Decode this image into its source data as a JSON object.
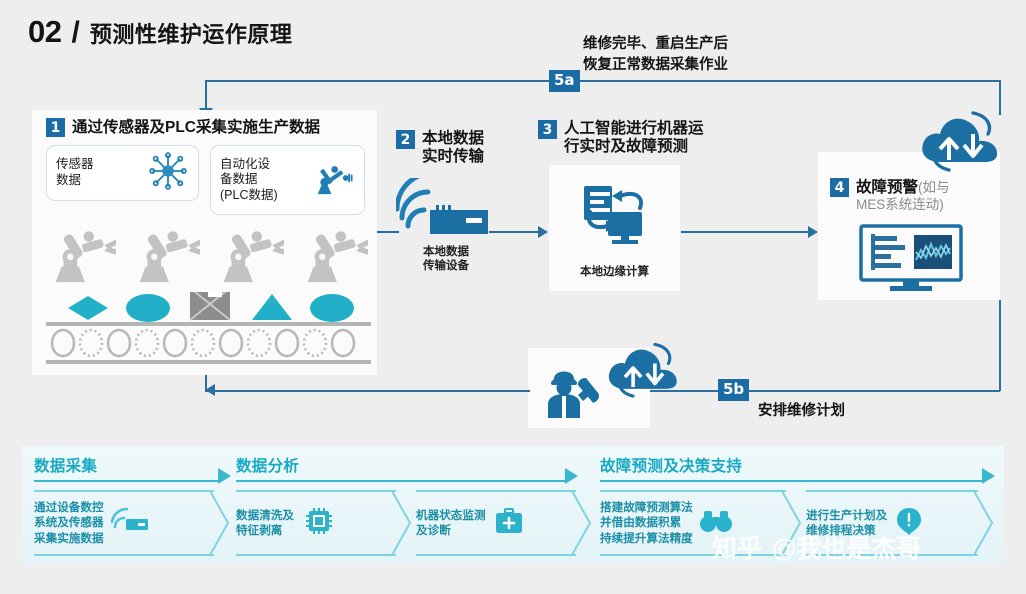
{
  "header": {
    "number": "02",
    "slash": "/",
    "title": "预测性维护运作原理"
  },
  "steps": {
    "s1": {
      "num": "1",
      "title": "通过传感器及PLC采集实施生产数据",
      "box_a": {
        "text": "传感器\n数据",
        "icon": "sensor-hub-icon"
      },
      "box_b": {
        "text": "自动化设\n备数据\n(PLC数据)",
        "icon": "robot-arm-icon"
      }
    },
    "s2": {
      "num": "2",
      "title": "本地数据\n实时传输",
      "caption": "本地数据\n传输设备",
      "icon": "wifi-router-icon"
    },
    "s3": {
      "num": "3",
      "title": "人工智能进行机器运\n行实时及故障预测",
      "caption": "本地边缘计算",
      "icon": "edge-computing-icon"
    },
    "s4": {
      "num": "4",
      "title_strong": "故障预警",
      "title_rest": "(如与",
      "title_line2": "MES系统连动)",
      "icon": "dashboard-monitor-icon",
      "cloud_icon": "cloud-sync-icon"
    },
    "s5a": {
      "tag": "5a",
      "text_line1": "维修完毕、重启生产后",
      "text_line2": "恢复正常数据采集作业"
    },
    "s5b": {
      "tag": "5b",
      "text": "安排维修计划",
      "icon": "worker-wrench-icon",
      "cloud_icon": "cloud-sync-icon"
    }
  },
  "process_bar": {
    "phases": [
      {
        "title": "数据采集",
        "cells": [
          {
            "text": "通过设备数控\n系统及传感器\n采集实施数据",
            "icon": "wifi-sensor-icon"
          }
        ]
      },
      {
        "title": "数据分析",
        "cells": [
          {
            "text": "数据清洗及\n特征剥离",
            "icon": "cpu-chip-icon"
          },
          {
            "text": "机器状态监测\n及诊断",
            "icon": "medical-kit-icon"
          }
        ]
      },
      {
        "title": "故障预测及决策支持",
        "cells": [
          {
            "text": "搭建故障预测算法\n并借由数据积累\n持续提升算法精度",
            "icon": "binoculars-icon"
          },
          {
            "text": "进行生产计划及\n维修排程决策",
            "icon": "decision-head-icon"
          }
        ]
      }
    ]
  },
  "watermark": {
    "brand": "知乎",
    "user": "@我也是杰哥"
  },
  "colors": {
    "page_bg": "#eeeeee",
    "panel_bg": "#fbfbfb",
    "accent_blue": "#1b6ba5",
    "line_blue": "#2a6f9e",
    "icon_blue": "#1a6c9e",
    "teal": "#18a9c4",
    "teal_light": "#7fd3e2",
    "shape_teal": "#21b0c8",
    "robot_gray": "#bdbdbd"
  }
}
